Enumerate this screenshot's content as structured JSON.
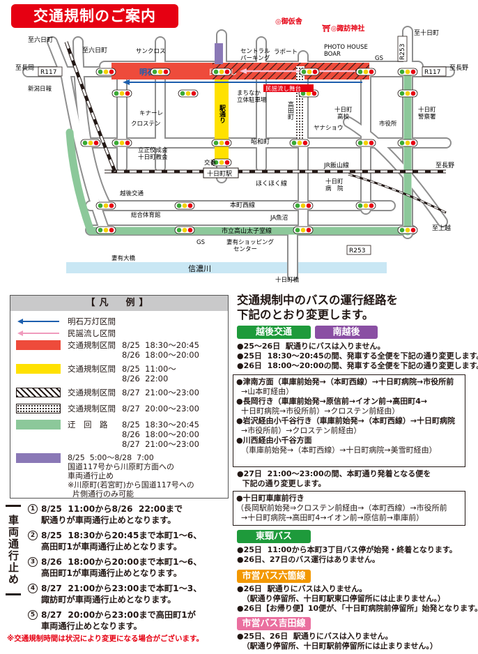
{
  "title": "交通規制のご案内",
  "map": {
    "landmarks": {
      "omikari": "◎御仮舎",
      "suwa": "⛩◎諏訪神社",
      "sanclos": "サンクロス",
      "central_parking": "セントラル\nパーキング",
      "rapport": "ラポート",
      "photo_house": "PHOTO HOUSE\nBOAR",
      "gs1": "GS",
      "gs2": "GS",
      "machinaka": "まちなか\n立体駐車場",
      "min_stage": "民謡流し舞台",
      "takadamachi": "高田町",
      "yanashou": "ヤナショウ",
      "tokamachi_high": "十日町\n高校",
      "city_hall": "市役所",
      "police": "十日町\n警察署",
      "kinaare": "キナーレ",
      "closten": "クロステン",
      "church": "立正佼成会\n十日町教会",
      "koban": "交番",
      "tokamachi_st": "十日町駅",
      "hokuhoku": "ほくほく線",
      "jr_iiyama": "JR飯山線",
      "hospital": "十日町\n病　院",
      "echigo_koutsu": "越後交通",
      "sogo_gym": "総合体育館",
      "ja": "JA魚沼",
      "school": "市立高山太子堂線",
      "honcho_nishi": "本町西線",
      "tsumaari": "妻有ショッピング\nセンター",
      "tsumaari_bridge": "妻有大橋",
      "tokamachi_bridge": "十日町橋",
      "shinano": "信濃川",
      "niigata_nippo": "新潟日報",
      "shouwa": "昭和町",
      "eki_dori": "駅通り"
    },
    "roads": {
      "r117_left": "R117",
      "r117_right": "R117",
      "r253_top": "R253",
      "r253_bottom": "R253",
      "to_tokamachi": "至六日町",
      "to_tokamachi2": "至六日町",
      "to_tokamachi3": "至十日町",
      "to_nagaoka_left": "至長岡",
      "to_nagano_right": "至長野",
      "to_nagano2": "至長野",
      "to_joetsu": "至上越"
    },
    "zones": {
      "akashi": "明石万灯",
      "minyo": "民謡流し"
    }
  },
  "legend": {
    "title": "【凡　例】",
    "rows": [
      {
        "label": "明石万灯区間",
        "dates": ""
      },
      {
        "label": "民謡流し区間",
        "dates": ""
      },
      {
        "label": "交通規制区間",
        "dates": "8/25  18:30〜20:45\n8/26  18:00〜20:00"
      },
      {
        "label": "交通規制区間",
        "dates": "8/25  11:00〜\n8/26  22:00"
      },
      {
        "label": "交通規制区間",
        "dates": "8/27  21:00〜23:00"
      },
      {
        "label": "交通規制区間",
        "dates": "8/27  20:00〜23:00"
      },
      {
        "label": "迂　回　路",
        "dates": "8/25  18:30〜20:45\n8/26  18:00〜20:00\n8/27  21:00〜23:00"
      },
      {
        "label": "",
        "dates": "8/25  5:00〜8/28  7:00\n国道117号から川原町方面への\n車両通行止め\n※川原町(若宮町)から国道117号への\n  片側通行のみ可能"
      }
    ],
    "colors": {
      "red": "#ee4b3b",
      "yellow": "#ffe100",
      "green": "#8cc89a",
      "purple": "#8a78b6",
      "blue": "#1d5fae",
      "pink": "#f09bbd"
    }
  },
  "closures": {
    "heading": "車両通行止め",
    "items": [
      {
        "num": "1",
        "text": "8/25  11:00から8/26  22:00まで\n駅通りが車両通行止めとなります。"
      },
      {
        "num": "2",
        "text": "8/25  18:30から20:45まで本町1〜6、\n高田町1が車両通行止めとなります。"
      },
      {
        "num": "3",
        "text": "8/26  18:00から20:00まで本町1〜6、\n高田町1が車両通行止めとなります。"
      },
      {
        "num": "4",
        "text": "8/27  21:00から23:00まで本町1〜3、\n諏訪町が車両通行止めとなります。"
      },
      {
        "num": "5",
        "text": "8/27  20:00から23:00まで高田町1が\n車両通行止めとなります。"
      }
    ],
    "note": "※交通規制時間は状況により変更になる場合がございます。"
  },
  "bus": {
    "heading": "交通規制中のバスの運行経路を\n下記のとおり変更します。",
    "echigo": "越後交通",
    "minami": "南越後",
    "echigo_notes": "●25〜26日  駅通りにバスは入りません。\n●25日  18:30〜20:45の間、発車する全便を下記の通り変更します。\n●26日  18:00〜20:00の間、発車する全便を下記の通り変更します。",
    "box1": [
      {
        "name": "●津南方面（車庫前始発→（本町西線）→十日町病院→市役所前",
        "route": "  →山本町経由）"
      },
      {
        "name": "●長岡行き（車庫前始発→原信前→イオン前→高田町4→",
        "route": "  十日町病院→市役所前）→クロステン前経由）"
      },
      {
        "name": "●岩沢経由小千谷行き（車庫前始発→（本町西線）→十日町病院",
        "route": "  →市役所前）→クロステン前経由）"
      },
      {
        "name": "●川西経由小千谷方面",
        "route": "  （車庫前始発→（本町西線）→十日町病院→美雪町経由）"
      }
    ],
    "note27": "●27日  21:00〜23:00の間、本町通り発着となる便を\n  下記の通り変更します。",
    "box2_name": "●十日町車庫前行き",
    "box2_route": "（長岡駅前始発⇒クロステン前経由→（本町西線）→市役所前\n  →十日町病院→高田町4→イオン前→原信前→車庫前）",
    "toukei": "東頸バス",
    "toukei_notes": "●25日  11:00から本町3丁目バス停が始発・終着となります。\n●26日、27日のバス運行はありません。",
    "muika": "市営バス六箇線",
    "muika_notes": "●26日  駅通りにバスは入りません。\n  （駅通り停留所、十日町駅東口停留所には止まりません。）\n●26日【お帰り便】10便が、「十日町病院前停留所」始発となります。",
    "yoshida": "市営バス吉田線",
    "yoshida_notes": "●25日、26日  駅通りにバスは入りません。\n  （駅通り停留所、十日町駅前停留所には止まりません。）"
  }
}
